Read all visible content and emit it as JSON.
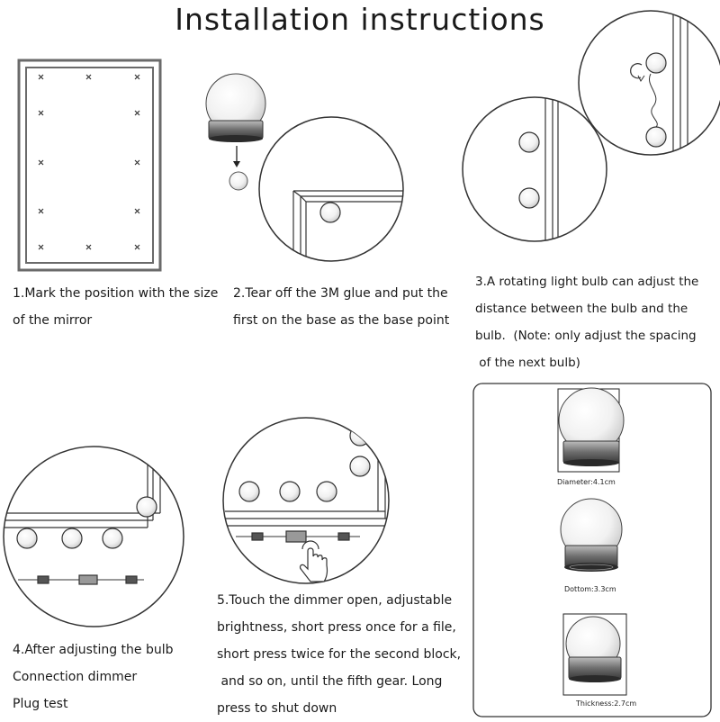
{
  "title": "Installation instructions",
  "steps": [
    {
      "lines": [
        "1.Mark the position with the size",
        "of the mirror"
      ]
    },
    {
      "lines": [
        "2.Tear off the 3M glue and put the",
        "first on the base as the base point"
      ]
    },
    {
      "lines": [
        "3.A rotating light bulb can adjust the",
        "distance between the bulb and the",
        "bulb.  (Note: only adjust the spacing",
        " of the next bulb)"
      ]
    },
    {
      "lines": [
        "4.After adjusting the bulb",
        "Connection dimmer",
        "Plug test"
      ]
    },
    {
      "lines": [
        "5.Touch the dimmer open, adjustable",
        "brightness, short press once for a file,",
        "short press twice for the second block,",
        " and so on, until the fifth gear. Long",
        "press to shut down"
      ]
    }
  ],
  "dimensions": {
    "diameter": "Diameter:4.1cm",
    "bottom": "Dottom:3.3cm",
    "thickness": "Thickness:2.7cm"
  }
}
